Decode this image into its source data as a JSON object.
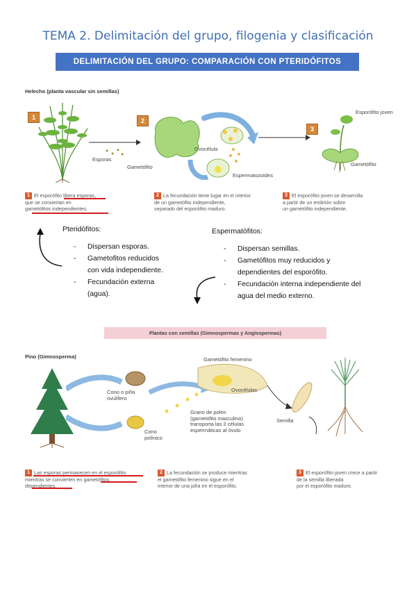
{
  "title": "TEMA 2. Delimitación del grupo, filogenia y clasificación",
  "banner": "DELIMITACIÓN DEL GRUPO: COMPARACIÓN CON PTERIDÓFITOS",
  "fern": {
    "heading": "Helecho (planta vascular sin semillas)",
    "steps": [
      "1",
      "2",
      "3"
    ],
    "labels": {
      "esporas": "Esporas",
      "gametofito": "Gametófito",
      "ovocelula": "Ovocélula",
      "espermatozoides": "Espermatozoides",
      "esporofito_joven": "Esporófito joven",
      "gametofito_right": "Gametófito"
    },
    "captions": {
      "c1_a": "El esporófito",
      "c1_b": "libera esporas,",
      "c1_c": "que se conviertan en",
      "c1_d": "gametófitos independientes.",
      "c2_a": "La fecundación tiene lugar en el interior",
      "c2_b": "de un gametófito independiente,",
      "c2_c": "separado del esporófito maduro.",
      "c3_a": "El esporófito joven se desarrolla",
      "c3_b": "a partir de un embrión sobre",
      "c3_c": "un gametófito independiente."
    }
  },
  "pteridofitos": {
    "title": "Pteridófitos:",
    "items": [
      "Dispersan esporas.",
      "Gametofitos reducidos",
      "con vida independiente.",
      "Fecundación externa",
      "(agua)."
    ]
  },
  "espermatofitos": {
    "title": "Espermatófitos:",
    "items": [
      "Dispersan semillas.",
      "Gametófitos muy reducidos y",
      "dependientes del esporófito.",
      "Fecundación interna independiente del",
      "agua del medio externo."
    ]
  },
  "seed": {
    "banner": "Plantas con semillas (Gimnospermas y Angiospermas)",
    "heading": "Pino (Gimnosperma)",
    "labels": {
      "gametofito_femenino": "Gametófito femenino",
      "ovocelulas": "Ovocélulas",
      "cono_ovulifero_a": "Cono o piña",
      "cono_ovulifero_b": "ovulífero",
      "grano_a": "Grano de polen",
      "grano_b": "(gametófito masculino)",
      "grano_c": "transporta las 2 células",
      "grano_d": "espermáticas al óvulo",
      "semilla": "Semilla",
      "cono_polinico_a": "Cono",
      "cono_polinico_b": "polínico"
    },
    "captions": {
      "c1_a": "Las esporas permanecen en el esporófito",
      "c1_b": "mientras se convierten en",
      "c1_c": "gametófitos",
      "c1_d": "dependientes.",
      "c2_a": "La fecundación se produce mientras",
      "c2_b": "el gametófito femenino sigue en el",
      "c2_c": "interior de una piña en el esporófito.",
      "c3_a": "El esporófito joven crece a partir",
      "c3_b": "de la semilla liberada",
      "c3_c": "por el esporófito maduro."
    }
  }
}
